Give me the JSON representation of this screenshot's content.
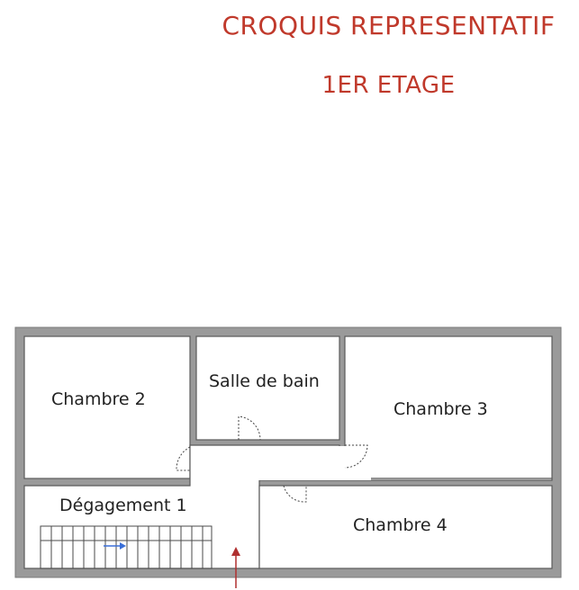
{
  "header": {
    "title": "CROQUIS REPRESENTATIF",
    "subtitle": "1ER ETAGE"
  },
  "rooms": {
    "chambre2": "Chambre 2",
    "salle_de_bain": "Salle de bain",
    "chambre3": "Chambre 3",
    "degagement1": "Dégagement 1",
    "chambre4": "Chambre 4"
  },
  "colors": {
    "title": "#c0392b",
    "wall": "#9a9a9a",
    "arrow": "#b03030",
    "stair_arrow": "#3a6fd8"
  }
}
